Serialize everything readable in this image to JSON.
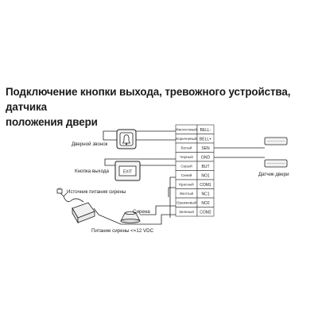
{
  "title": {
    "line1": "Подключение кнопки выхода, тревожного устройства, датчика",
    "line2": "положения двери"
  },
  "devices": {
    "doorbell": "Дверной звонок",
    "exit_button": "Кнопка выхода",
    "exit_button_text": "EXIT",
    "siren_power_source": "Источник питания сирены",
    "siren": "Сирена",
    "siren_power": "Питание сирены <=12 VDC",
    "door_sensor": "Датчик двери"
  },
  "terminal_rows": [
    {
      "wire": "Фиолетовый",
      "pin": "BELL-"
    },
    {
      "wire": "Коричневый",
      "pin": "BELL+"
    },
    {
      "wire": "Белый",
      "pin": "SEN"
    },
    {
      "wire": "Черный",
      "pin": "GND"
    },
    {
      "wire": "Серый",
      "pin": "BUT"
    },
    {
      "wire": "Синий",
      "pin": "NO1"
    },
    {
      "wire": "Красный",
      "pin": "COM1"
    },
    {
      "wire": "Желтый",
      "pin": "NC1"
    },
    {
      "wire": "Оранжевый",
      "pin": "NO2"
    },
    {
      "wire": "Зеленый",
      "pin": "COM2"
    }
  ]
}
